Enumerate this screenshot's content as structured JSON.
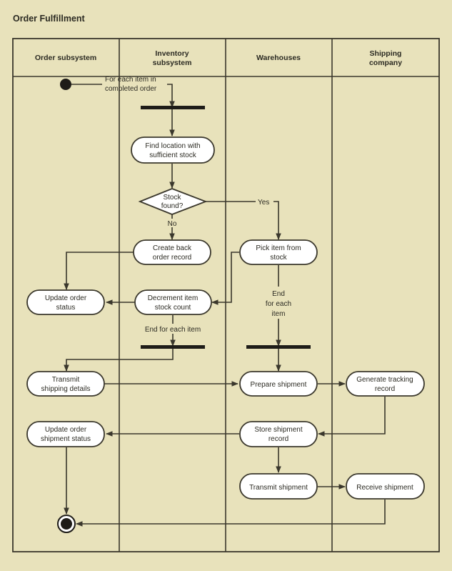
{
  "title": "Order Fulfillment",
  "lanes": [
    {
      "lines": [
        "Order subsystem"
      ]
    },
    {
      "lines": [
        "Inventory",
        "subsystem"
      ]
    },
    {
      "lines": [
        "Warehouses"
      ]
    },
    {
      "lines": [
        "Shipping",
        "company"
      ]
    }
  ],
  "labels": {
    "for_each": [
      "For each item in",
      "completed order"
    ],
    "yes": "Yes",
    "no": "No",
    "end_inventory": "End for each item",
    "end_warehouse": [
      "End",
      "for each",
      "item"
    ]
  },
  "nodes": {
    "find_location": [
      "Find location with",
      "sufficient stock"
    ],
    "stock_found": [
      "Stock",
      "found?"
    ],
    "create_back_order": [
      "Create back",
      "order record"
    ],
    "pick_item": [
      "Pick item from",
      "stock"
    ],
    "update_order_status": [
      "Update order",
      "status"
    ],
    "decrement_stock": [
      "Decrement item",
      "stock count"
    ],
    "transmit_shipping_details": [
      "Transmit",
      "shipping details"
    ],
    "prepare_shipment": [
      "Prepare shipment"
    ],
    "generate_tracking": [
      "Generate tracking",
      "record"
    ],
    "update_shipment_status": [
      "Update order",
      "shipment status"
    ],
    "store_shipment_record": [
      "Store shipment",
      "record"
    ],
    "transmit_shipment": [
      "Transmit shipment"
    ],
    "receive_shipment": [
      "Receive shipment"
    ]
  }
}
